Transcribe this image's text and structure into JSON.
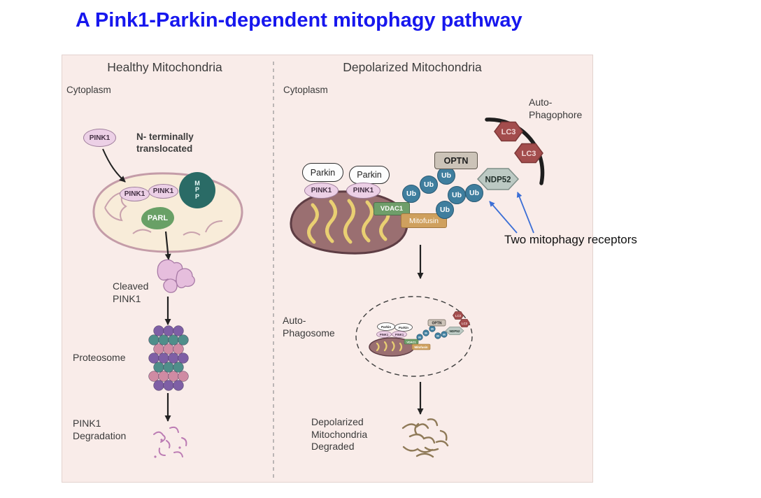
{
  "title": "A Pink1-Parkin-dependent mitophagy pathway",
  "colors": {
    "title_blue": "#1717ee",
    "panel_bg": "#f9ece9",
    "pink1_fill": "#ecd0e6",
    "mpp_fill": "#2a6b66",
    "parl_fill": "#69a066",
    "ub_fill": "#3f7e9e",
    "lc3_fill": "#a34d4d",
    "optn_fill": "#ccc3b8",
    "ndp52_fill": "#bcc9c3",
    "vdac1_fill": "#6f9e6a",
    "mitofusin_fill": "#cfa05e",
    "blue_arrow": "#3c6fd6"
  },
  "left": {
    "header": "Healthy Mitochondria",
    "cytoplasm_label": "Cytoplasm",
    "pink1_label": "PINK1",
    "n_terminal_note": "N- terminally\ntranslocated",
    "mpp_label": "M\nP\nP",
    "parl_label": "PARL",
    "cleaved_label": "Cleaved\nPINK1",
    "proteosome_label": "Proteosome",
    "degradation_label": "PINK1\nDegradation"
  },
  "right": {
    "header": "Depolarized Mitochondria",
    "cytoplasm_label": "Cytoplasm",
    "autophagophore_label": "Auto-\nPhagophore",
    "lc3_label": "LC3",
    "parkin_label": "Parkin",
    "pink1_label": "PINK1",
    "vdac1_label": "VDAC1",
    "mitofusin_label": "Mitofusin",
    "ub_label": "Ub",
    "optn_label": "OPTN",
    "ndp52_label": "NDP52",
    "receptors_note": "Two mitophagy receptors",
    "autophagosome_label": "Auto-\nPhagosome",
    "degraded_label": "Depolarized\nMitochondria\nDegraded"
  }
}
